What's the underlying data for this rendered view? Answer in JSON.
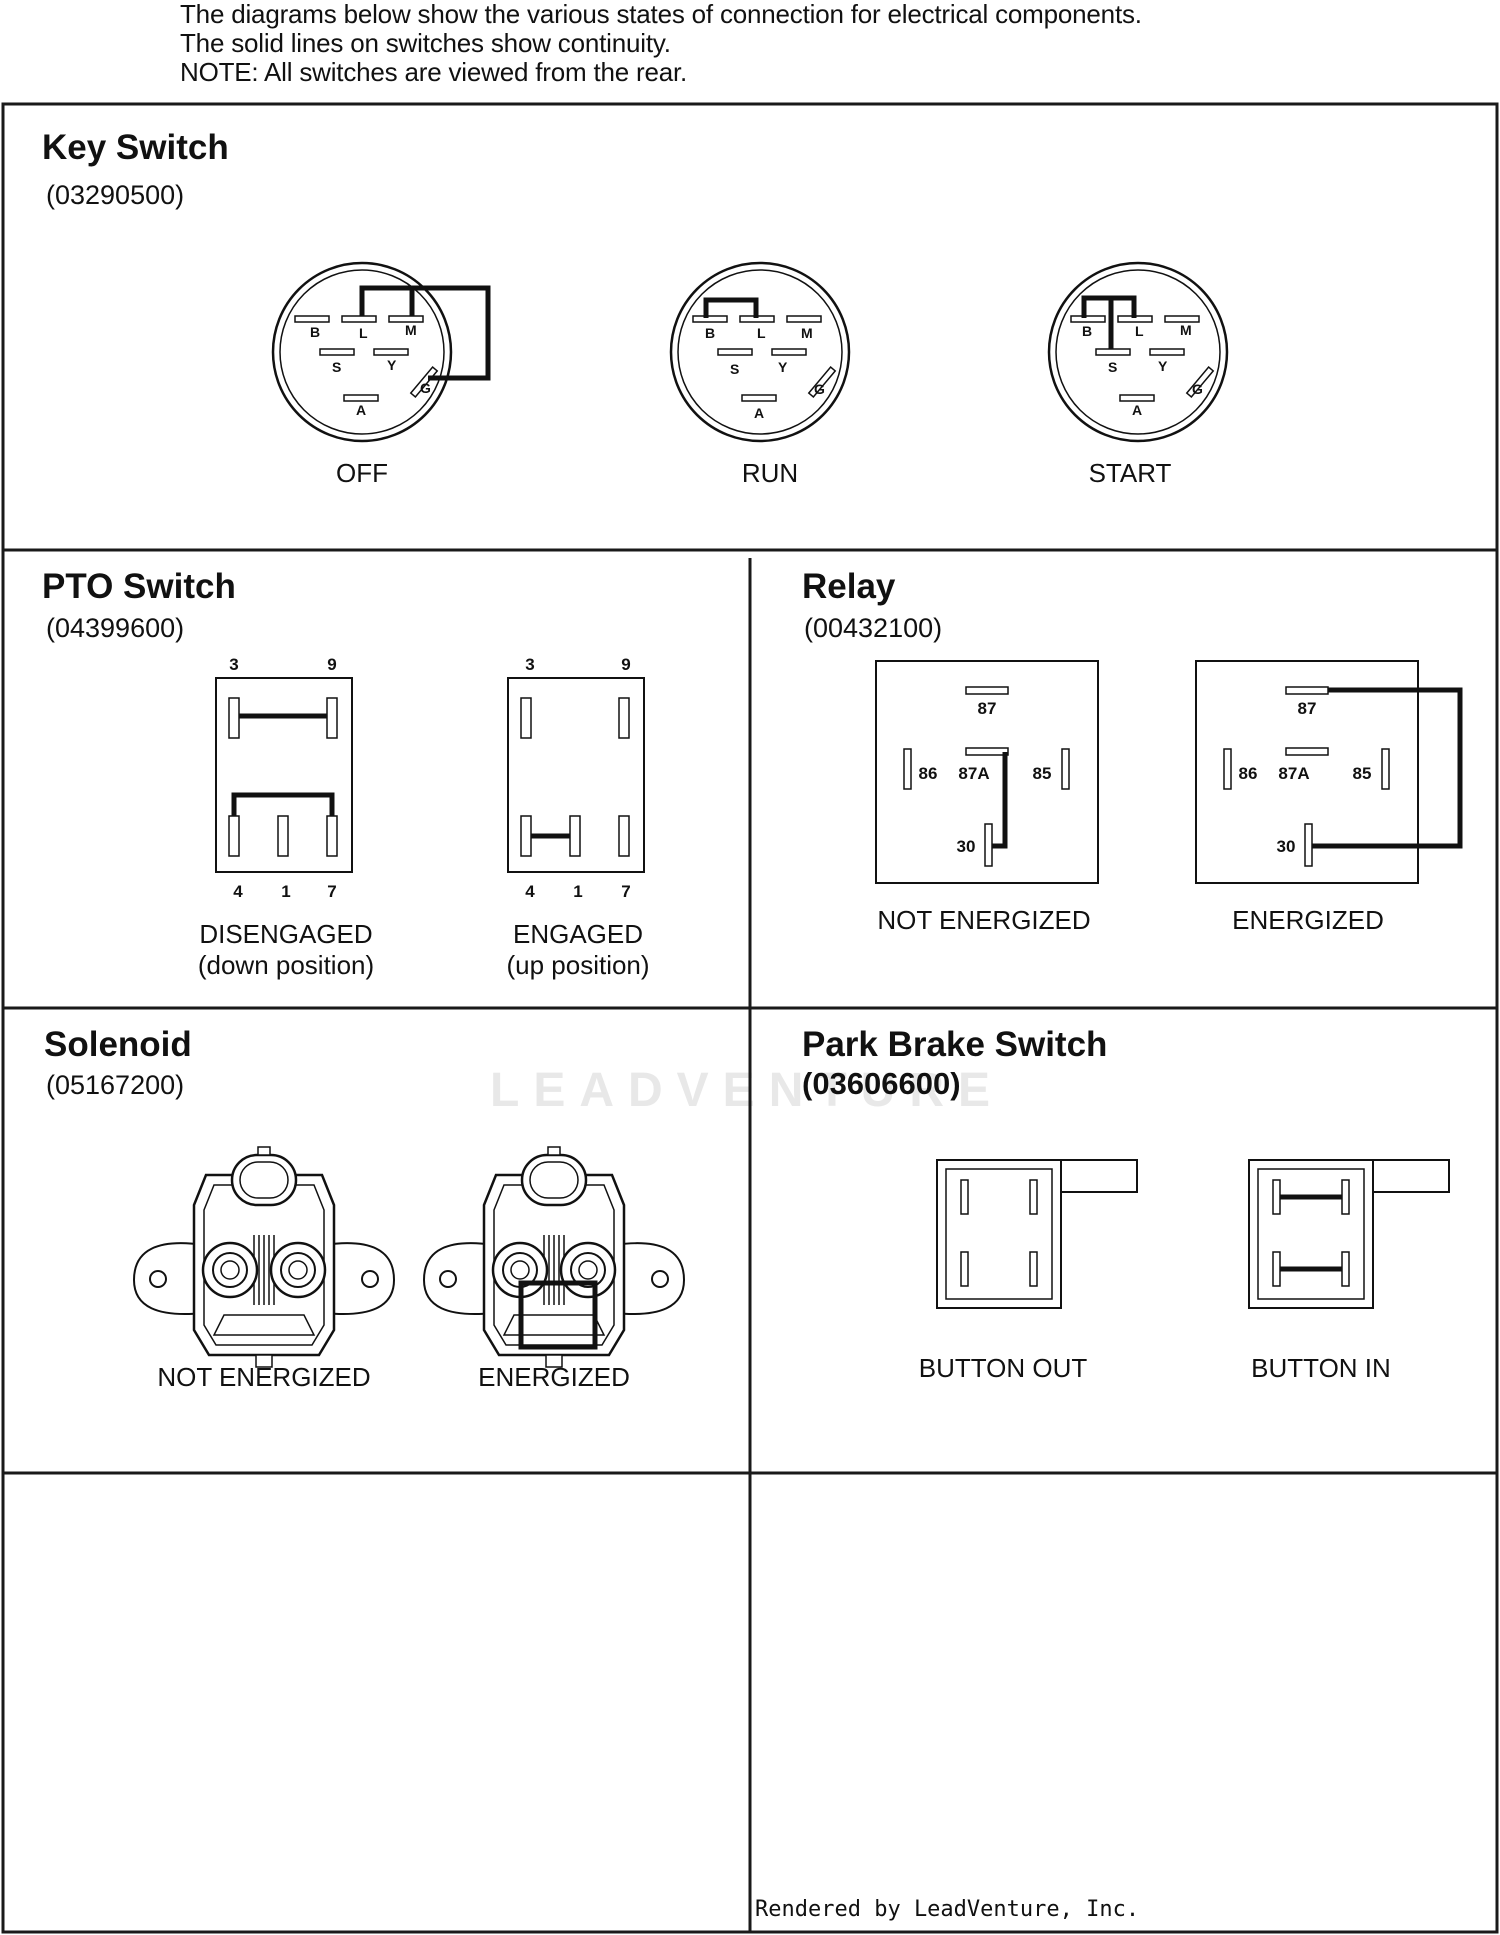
{
  "header": {
    "line1": "The diagrams below show the various states of connection for electrical components.",
    "line2": "The solid lines on switches show continuity.",
    "line3": "NOTE:  All switches are viewed from the rear."
  },
  "key_switch": {
    "title": "Key Switch",
    "part_number": "(03290500)",
    "pins": {
      "b": "B",
      "l": "L",
      "m": "M",
      "s": "S",
      "y": "Y",
      "g": "G",
      "a": "A"
    },
    "states": {
      "off": "OFF",
      "run": "RUN",
      "start": "START"
    },
    "continuity": {
      "off": [
        "L-M-G"
      ],
      "run": [
        "B-L"
      ],
      "start": [
        "B-L-S"
      ]
    }
  },
  "pto_switch": {
    "title": "PTO Switch",
    "part_number": "(04399600)",
    "pins": {
      "p3": "3",
      "p9": "9",
      "p4": "4",
      "p1": "1",
      "p7": "7"
    },
    "disengaged": {
      "label": "DISENGAGED",
      "sub": "(down position)"
    },
    "engaged": {
      "label": "ENGAGED",
      "sub": "(up position)"
    },
    "continuity": {
      "disengaged": [
        "3-9",
        "4-7"
      ],
      "engaged": [
        "4-1"
      ]
    }
  },
  "relay": {
    "title": "Relay",
    "part_number": "(00432100)",
    "pins": {
      "p87": "87",
      "p86": "86",
      "p87a": "87A",
      "p85": "85",
      "p30": "30"
    },
    "states": {
      "not_energized": "NOT ENERGIZED",
      "energized": "ENERGIZED"
    },
    "continuity": {
      "not_energized": [
        "30-87A"
      ],
      "energized": [
        "30-87"
      ]
    }
  },
  "solenoid": {
    "title": "Solenoid",
    "part_number": "(05167200)",
    "states": {
      "not_energized": "NOT ENERGIZED",
      "energized": "ENERGIZED"
    }
  },
  "park_brake": {
    "title": "Park Brake Switch",
    "part_number": "(03606600)",
    "states": {
      "button_out": "BUTTON OUT",
      "button_in": "BUTTON IN"
    }
  },
  "watermark": "LEADVENTURE",
  "footer": "Rendered by LeadVenture, Inc.",
  "colors": {
    "line": "#111111",
    "border": "#1a1a1a",
    "watermark": "#e8e8e8"
  }
}
